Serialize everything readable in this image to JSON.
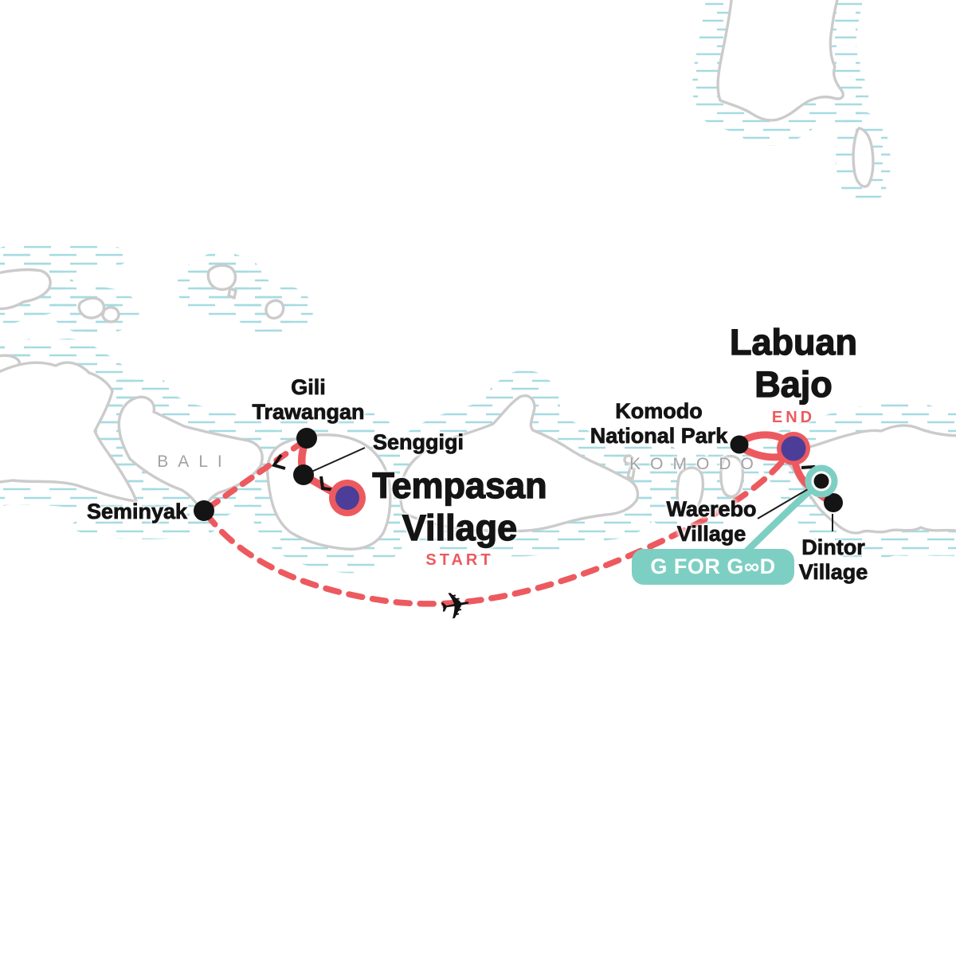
{
  "itinerary": {
    "start": {
      "title": "Tempasan Village",
      "tag": "START"
    },
    "end": {
      "title": "Labuan Bajo",
      "tag": "END"
    },
    "stops": {
      "seminyak": "Seminyak",
      "gili_trawangan": "Gili Trawangan",
      "senggigi": "Senggigi",
      "komodo_national_park": "Komodo National Park",
      "waerebo_village": "Waerebo Village",
      "dintor_village": "Dintor Village"
    }
  },
  "regions": {
    "bali": "BALI",
    "komodo": "KOMODO"
  },
  "badge": {
    "label": "G FOR GOOD",
    "display": "G FOR G∞D"
  },
  "icons": {
    "plane": "✈"
  },
  "colors": {
    "route_red": "#EC5A5F",
    "marker_purple": "#4C3D98",
    "good_teal": "#7ECFC3",
    "coastline_gray": "#CBCBCB",
    "water_ripple": "#A6DBE1",
    "label_black": "#141414",
    "region_gray": "#A2A2A2"
  }
}
